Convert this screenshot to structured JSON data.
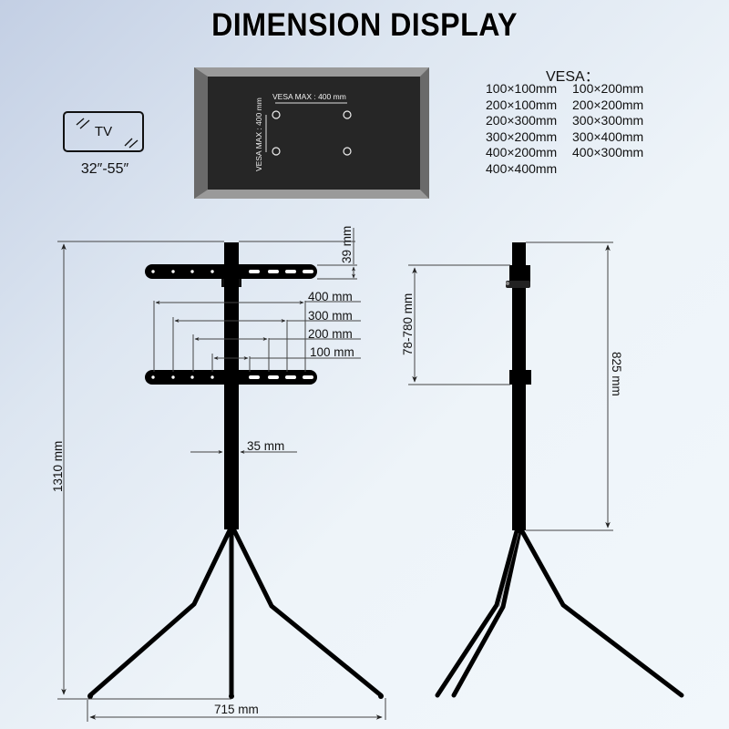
{
  "header": {
    "title": "DIMENSION DISPLAY"
  },
  "tv_icon": {
    "label": "TV",
    "size_range": "32″-55″"
  },
  "tv_back_panel": {
    "vesa_horizontal_label": "VESA MAX : 400 mm",
    "vesa_vertical_label": "VESA MAX : 400 mm",
    "mount_holes": 4
  },
  "vesa": {
    "title": "VESA：",
    "sizes": [
      "100×100mm",
      "100×200mm",
      "200×100mm",
      "200×200mm",
      "200×300mm",
      "300×300mm",
      "300×200mm",
      "300×400mm",
      "400×200mm",
      "400×300mm",
      "400×400mm"
    ]
  },
  "front_view": {
    "total_height": "1310 mm",
    "top_offset": "39 mm",
    "bracket_widths": [
      "400 mm",
      "300 mm",
      "200 mm",
      "100 mm"
    ],
    "pole_diameter": "35 mm",
    "base_width": "715 mm"
  },
  "side_view": {
    "adjust_range": "78-780 mm",
    "pole_height": "825 mm"
  },
  "colors": {
    "stand": "#000000",
    "panel_face": "#262626",
    "panel_bevel": "#7a7a7a",
    "dimension_line": "#444444"
  }
}
